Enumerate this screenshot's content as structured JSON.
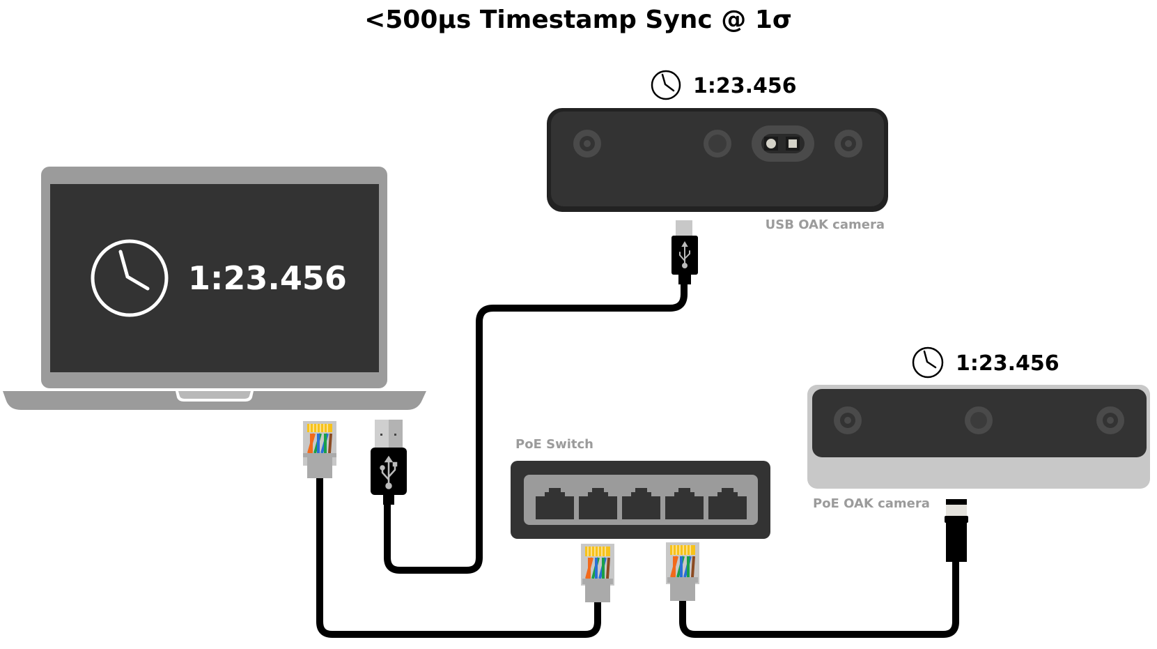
{
  "title": "<500µs Timestamp Sync @ 1σ",
  "host": {
    "name": "Host laptop",
    "timestamp": "1:23.456"
  },
  "usb_camera": {
    "label": "USB OAK camera",
    "timestamp": "1:23.456"
  },
  "poe_camera": {
    "label": "PoE OAK camera",
    "timestamp": "1:23.456"
  },
  "poe_switch": {
    "label": "PoE Switch",
    "port_count": 5
  },
  "connections": [
    {
      "from": "host",
      "to": "usb_camera",
      "type": "USB"
    },
    {
      "from": "host",
      "to": "poe_switch",
      "type": "Ethernet RJ45"
    },
    {
      "from": "poe_switch",
      "to": "poe_camera",
      "type": "Ethernet RJ45 / M12"
    }
  ],
  "colors": {
    "device_dark": "#333333",
    "device_border": "#222222",
    "laptop_frame": "#9b9b9b",
    "poe_camera_shell": "#c8c8c8",
    "label_gray": "#9b9b9b",
    "cable": "#000000",
    "wire_orange": "#f26a1b",
    "wire_green": "#1aa048",
    "wire_blue": "#2a6fd6",
    "wire_brown": "#8b4a22",
    "pins_yellow": "#f7c21a"
  }
}
